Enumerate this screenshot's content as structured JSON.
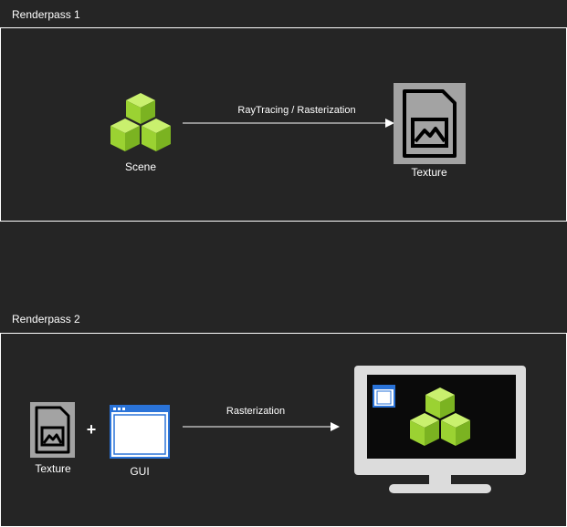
{
  "pass1": {
    "title": "Renderpass 1",
    "source_label": "Scene",
    "edge_label": "RayTracing / Rasterization",
    "target_label": "Texture"
  },
  "pass2": {
    "title": "Renderpass 2",
    "input1_label": "Texture",
    "operator": "+",
    "input2_label": "GUI",
    "edge_label": "Rasterization"
  },
  "colors": {
    "background": "#252525",
    "cube_light": "#b5e85b",
    "cube_mid": "#8fcc2a",
    "cube_dark": "#6fa31c",
    "file_gray": "#a3a3a3",
    "window_blue": "#2a73d8",
    "monitor_gray": "#dcdcdc"
  },
  "icons": {
    "scene": "cubes-icon",
    "texture": "image-file-icon",
    "gui": "window-icon",
    "display": "monitor-icon"
  }
}
